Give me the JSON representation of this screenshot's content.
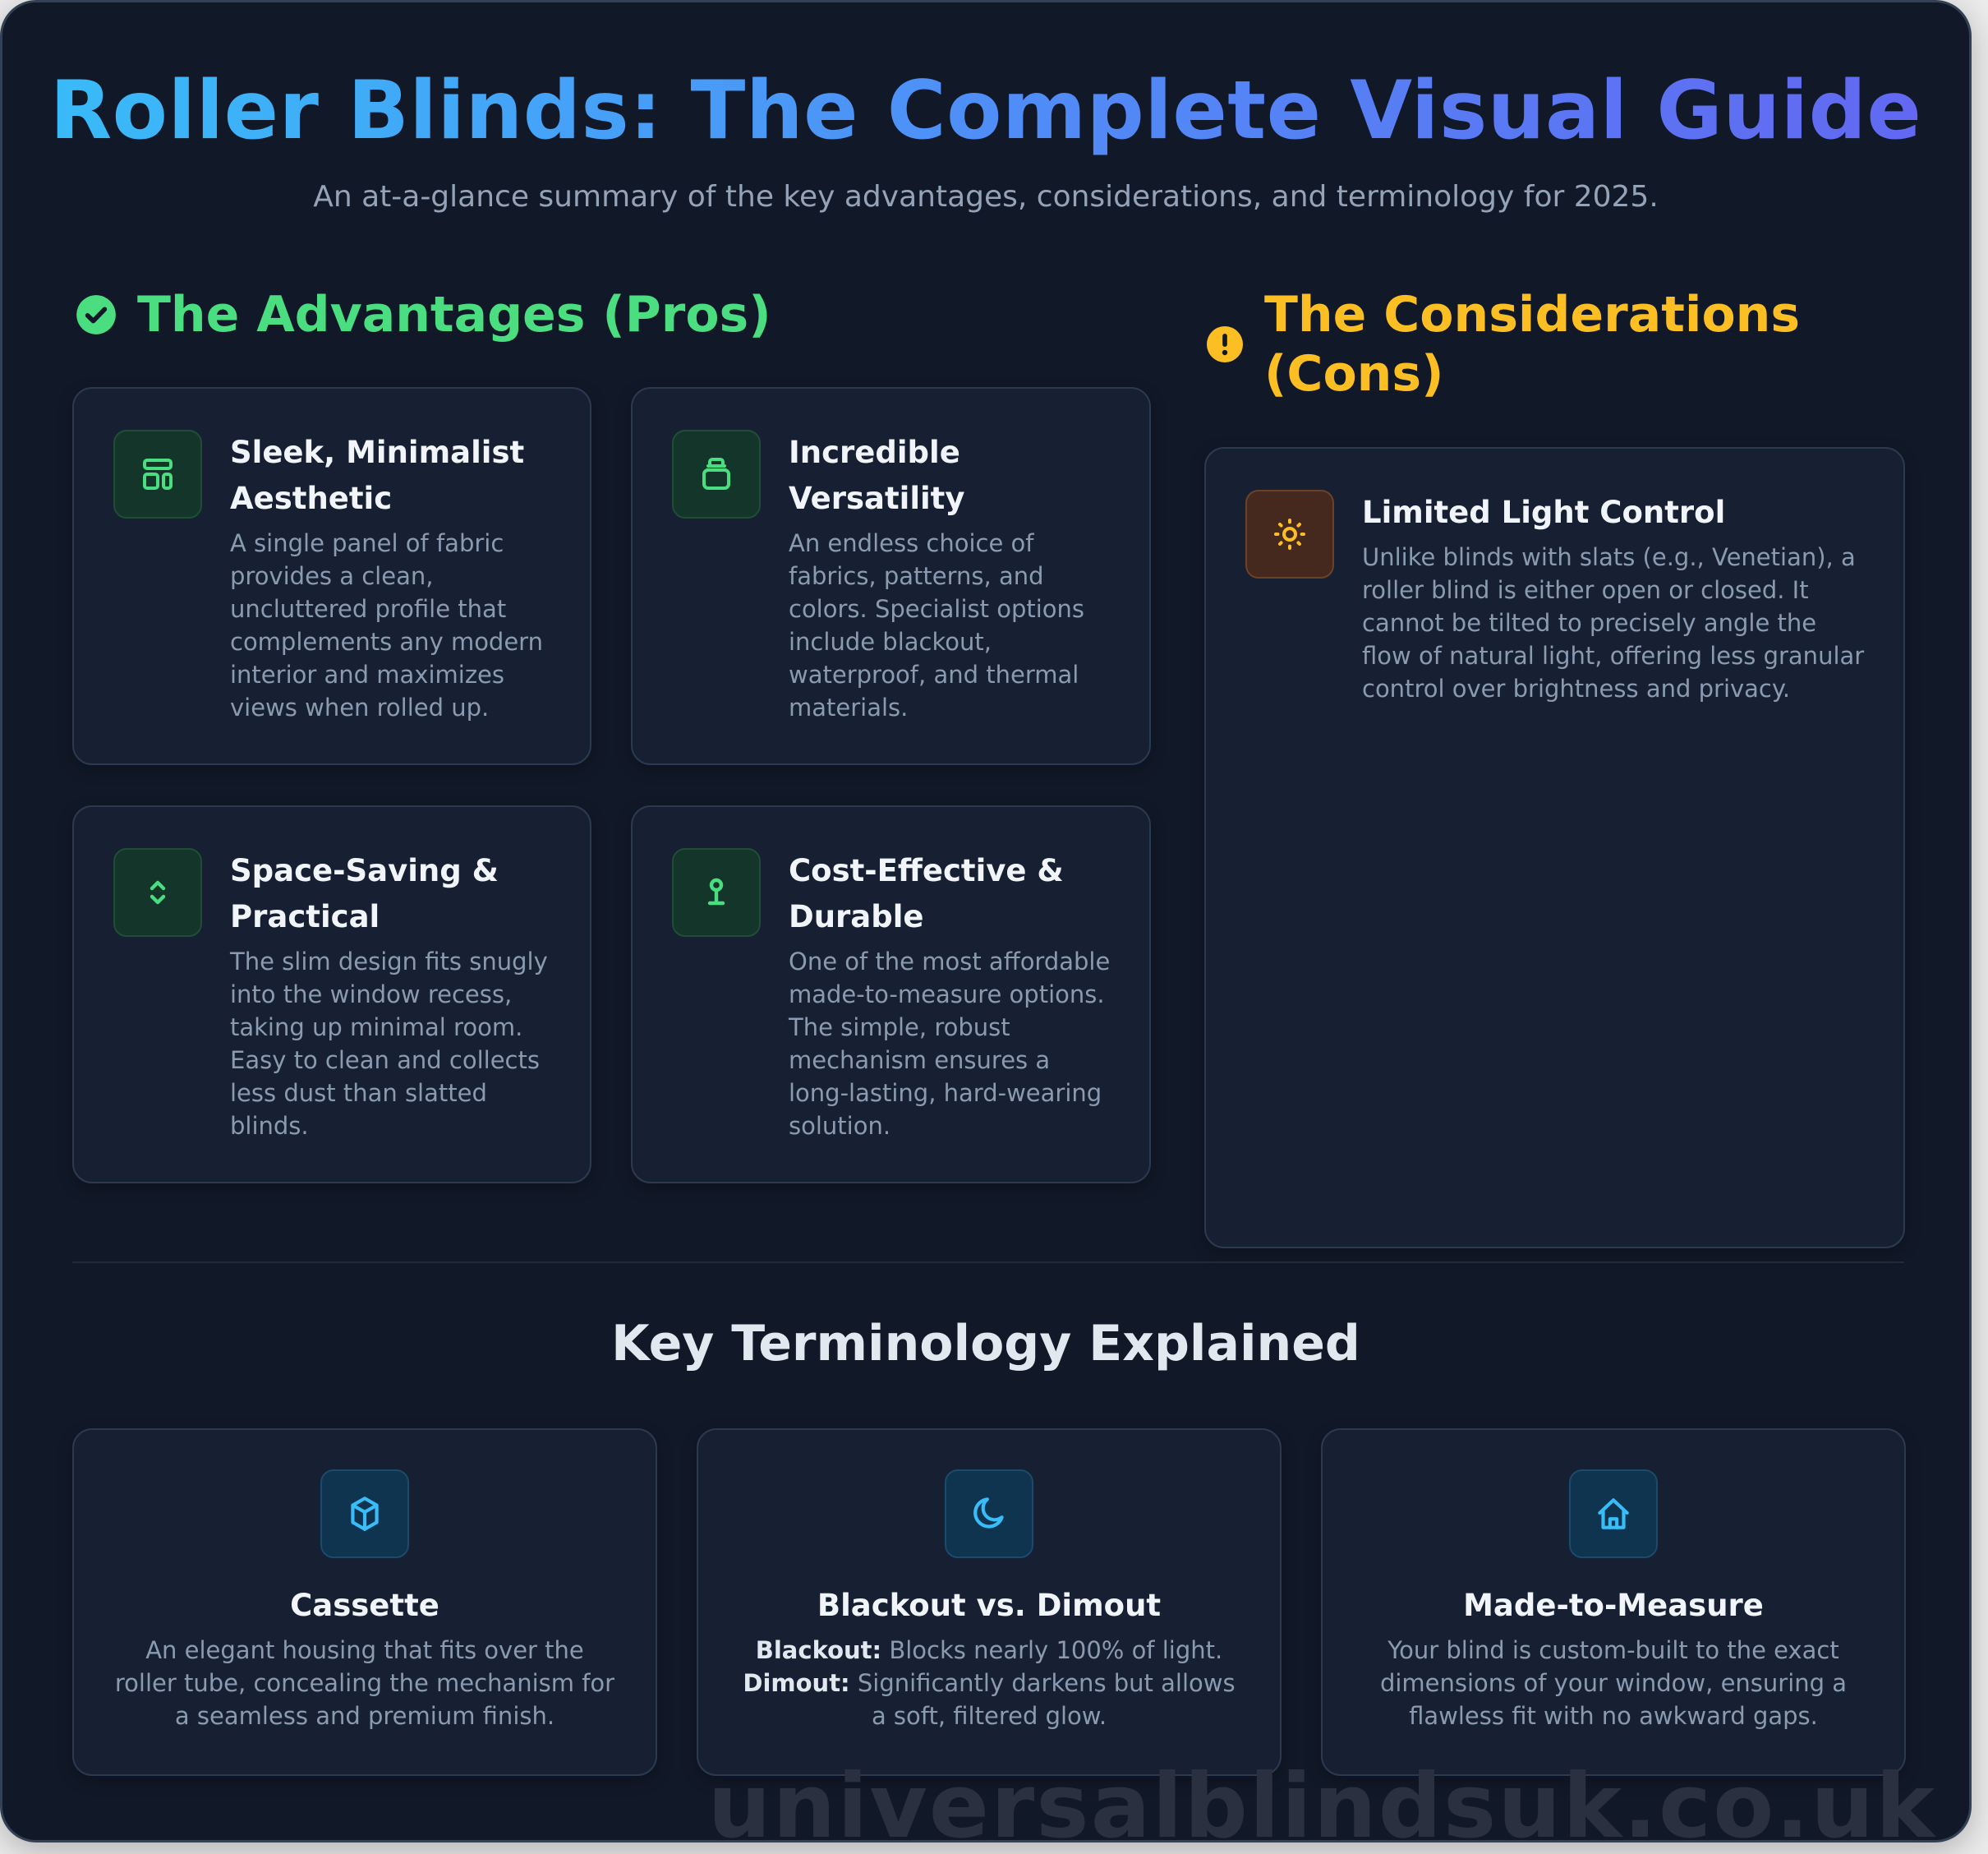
{
  "header": {
    "title": "Roller Blinds: The Complete Visual Guide",
    "subtitle": "An at-a-glance summary of the key advantages, considerations, and terminology for 2025."
  },
  "pros": {
    "heading": "The Advantages (Pros)",
    "heading_icon": "check-circle-icon",
    "color": "#4ade80",
    "items": [
      {
        "icon": "layout-icon",
        "title": "Sleek, Minimalist Aesthetic",
        "description": "A single panel of fabric provides a clean, uncluttered profile that complements any modern interior and maximizes views when rolled up."
      },
      {
        "icon": "layers-icon",
        "title": "Incredible Versatility",
        "description": "An endless choice of fabrics, patterns, and colors. Specialist options include blackout, waterproof, and thermal materials."
      },
      {
        "icon": "chevrons-up-down-icon",
        "title": "Space-Saving & Practical",
        "description": "The slim design fits snugly into the window recess, taking up minimal room. Easy to clean and collects less dust than slatted blinds."
      },
      {
        "icon": "map-pin-icon",
        "title": "Cost-Effective & Durable",
        "description": "One of the most affordable made-to-measure options. The simple, robust mechanism ensures a long-lasting, hard-wearing solution."
      }
    ]
  },
  "cons": {
    "heading": "The Considerations (Cons)",
    "heading_icon": "alert-circle-icon",
    "color": "#fbbf24",
    "items": [
      {
        "icon": "sun-icon",
        "title": "Limited Light Control",
        "description": "Unlike blinds with slats (e.g., Venetian), a roller blind is either open or closed. It cannot be tilted to precisely angle the flow of natural light, offering less granular control over brightness and privacy."
      }
    ]
  },
  "terminology": {
    "heading": "Key Terminology Explained",
    "items": [
      {
        "icon": "box-icon",
        "title": "Cassette",
        "description": "An elegant housing that fits over the roller tube, concealing the mechanism for a seamless and premium finish."
      },
      {
        "icon": "moon-icon",
        "title": "Blackout vs. Dimout",
        "parts": [
          {
            "label": "Blackout:",
            "text": " Blocks nearly 100% of light."
          },
          {
            "label": "Dimout:",
            "text": " Significantly darkens but allows a soft, filtered glow."
          }
        ]
      },
      {
        "icon": "home-icon",
        "title": "Made-to-Measure",
        "description": "Your blind is custom-built to the exact dimensions of your window, ensuring a flawless fit with no awkward gaps."
      }
    ]
  },
  "watermark": "universalblindsuk.co.uk",
  "colors": {
    "background": "#111827",
    "card": "#172033",
    "border": "#334155",
    "title_gradient_start": "#38bdf8",
    "title_gradient_end": "#6366f1",
    "pros_accent": "#4ade80",
    "cons_accent": "#fbbf24",
    "term_accent": "#38bdf8",
    "muted_text": "#94a3b8"
  }
}
